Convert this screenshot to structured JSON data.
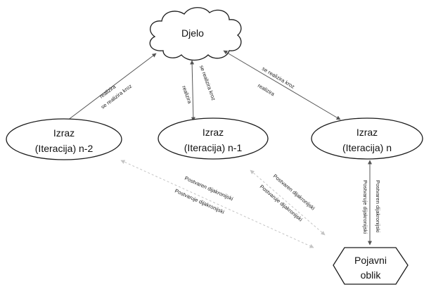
{
  "nodes": {
    "work": {
      "label": "Djelo"
    },
    "expr_n2": {
      "line1": "Izraz",
      "line2": "(Iteracija) n-2"
    },
    "expr_n1": {
      "line1": "Izraz",
      "line2": "(Iteracija) n-1"
    },
    "expr_n": {
      "line1": "Izraz",
      "line2": "(Iteracija) n"
    },
    "manifestation": {
      "line1": "Pojavni",
      "line2": "oblik"
    }
  },
  "edges": {
    "work_n2": {
      "forward": "se realizira kroz",
      "back": "realizira"
    },
    "work_n1": {
      "forward": "se realizira kroz",
      "back": "realizira"
    },
    "work_n": {
      "forward": "se realizira kroz",
      "back": "realizira"
    },
    "n2_manifest": {
      "upper": "Postvaren dijakronijski",
      "lower": "Postvaruje dijakronijski"
    },
    "n1_manifest": {
      "upper": "Postvaren dijakronijski",
      "lower": "Postvaruje dijakronijski"
    },
    "n_manifest": {
      "left": "Postvaruje dijakronijski",
      "right": "Postvaren dijakronijski"
    }
  }
}
